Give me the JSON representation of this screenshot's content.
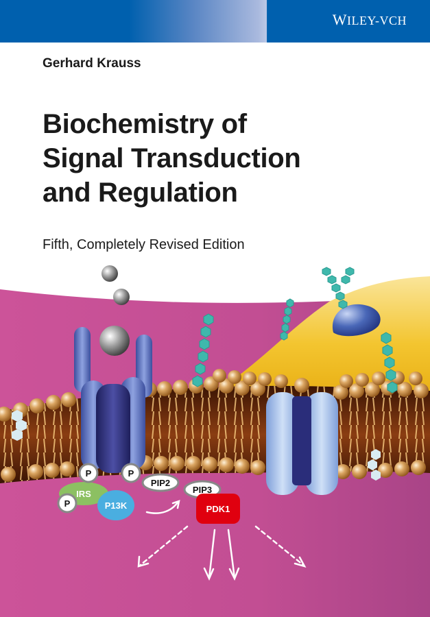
{
  "cover": {
    "publisher": "WILEY-VCH",
    "publisher_parts": {
      "first": "W",
      "rest": "ILEY",
      "suffix": "-VCH"
    },
    "author": "Gerhard Krauss",
    "title_lines": [
      "Biochemistry of",
      "Signal Transduction",
      "and Regulation"
    ],
    "subtitle": "Fifth, Completely Revised Edition"
  },
  "illustration": {
    "labels": {
      "p1": "P",
      "p2": "P",
      "p3": "P",
      "irs": "IRS",
      "pi3k": "P13K",
      "pip2": "PIP2",
      "pip3": "PIP3",
      "pdk1": "PDK1"
    },
    "colors": {
      "brand_blue": "#0060ae",
      "magenta": "#c94f98",
      "membrane_gold": "#d39a52",
      "yellow_cell": "#f0c020",
      "receptor_blue": "#5a72c0",
      "pdk1_red": "#e0000f",
      "irs_green": "#8cc062",
      "pi3k_blue": "#4aaee0",
      "glyco_teal": "#3fb8ac"
    }
  }
}
